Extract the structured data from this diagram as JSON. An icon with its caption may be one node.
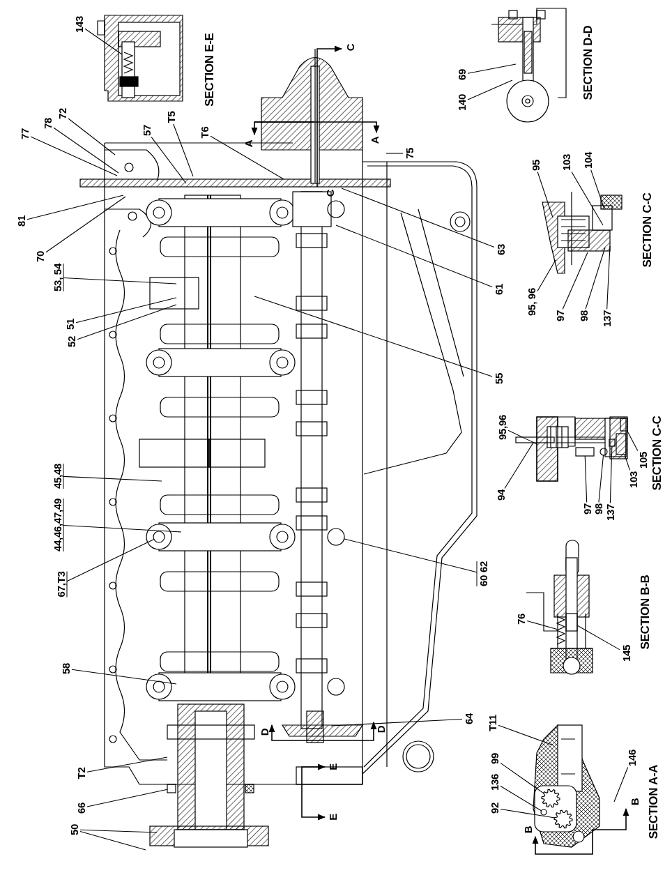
{
  "diagram": {
    "nodes": [
      {
        "text": [
          "143"
        ]
      },
      {
        "text": [
          "72"
        ]
      },
      {
        "text": [
          "78"
        ]
      },
      {
        "text": [
          "77"
        ]
      },
      {
        "text": [
          "T5"
        ]
      },
      {
        "text": [
          "57"
        ]
      },
      {
        "text": [
          "T6"
        ]
      },
      {
        "text": [
          "75"
        ]
      },
      {
        "text": [
          "69"
        ]
      },
      {
        "text": [
          "140"
        ]
      },
      {
        "text": [
          "81"
        ]
      },
      {
        "text": [
          "70"
        ]
      },
      {
        "text": [
          "63"
        ]
      },
      {
        "text": [
          "95"
        ]
      },
      {
        "text": [
          "103"
        ]
      },
      {
        "text": [
          "104"
        ]
      },
      {
        "text": [
          "61"
        ]
      },
      {
        "text": [
          "53, 54"
        ]
      },
      {
        "text": [
          "51"
        ]
      },
      {
        "text": [
          "52"
        ]
      },
      {
        "text": [
          "95, 96"
        ]
      },
      {
        "text": [
          "97"
        ]
      },
      {
        "text": [
          "98"
        ]
      },
      {
        "text": [
          "137"
        ]
      },
      {
        "text": [
          "55"
        ]
      },
      {
        "text": [
          "95,96"
        ]
      },
      {
        "text": [
          "94"
        ]
      },
      {
        "text": [
          "97"
        ]
      },
      {
        "text": [
          "98"
        ]
      },
      {
        "text": [
          "137"
        ]
      },
      {
        "text": [
          "105"
        ]
      },
      {
        "text": [
          "103"
        ]
      },
      {
        "text": [
          "45,48"
        ]
      },
      {
        "text": [
          "44,46,47,49"
        ]
      },
      {
        "text": [
          "67,T3"
        ]
      },
      {
        "text": [
          "60 62"
        ]
      },
      {
        "text": [
          "76"
        ]
      },
      {
        "text": [
          "145"
        ]
      },
      {
        "text": [
          "58"
        ]
      },
      {
        "text": [
          "64"
        ]
      },
      {
        "text": [
          "T11"
        ]
      },
      {
        "text": [
          "99"
        ]
      },
      {
        "text": [
          "136"
        ]
      },
      {
        "text": [
          "92"
        ]
      },
      {
        "text": [
          "146"
        ]
      },
      {
        "text": [
          "T2"
        ]
      },
      {
        "text": [
          "66"
        ]
      },
      {
        "text": [
          "50"
        ]
      },
      {
        "text": [],
        "shape": "circle"
      },
      {
        "text": [],
        "shape": "circle"
      },
      {
        "text": [],
        "shape": "box"
      },
      {
        "text": [],
        "shape": "bar"
      },
      {
        "text": [],
        "shape": "box"
      },
      {
        "text": [],
        "shape": "circle"
      },
      {
        "text": [],
        "shape": "box"
      },
      {
        "text": [],
        "shape": "box"
      },
      {
        "text": [],
        "shape": "box"
      },
      {
        "text": [],
        "shape": "spring"
      },
      {
        "text": [],
        "shape": "bar"
      },
      {
        "text": [],
        "shape": "gear"
      },
      {
        "text": [],
        "shape": "gear"
      },
      {
        "text": [],
        "shape": "circle"
      },
      {
        "text": [],
        "shape": "box"
      }
    ],
    "edges": [
      {
        "from": 0,
        "to": null,
        "arrow": "none"
      },
      {
        "from": 1,
        "to": null,
        "arrow": "none"
      },
      {
        "from": 2,
        "to": null,
        "arrow": "none"
      },
      {
        "from": 3,
        "to": null,
        "arrow": "none"
      },
      {
        "from": 4,
        "to": null,
        "arrow": "none"
      },
      {
        "from": 5,
        "to": null,
        "arrow": "none"
      },
      {
        "from": 6,
        "to": null,
        "arrow": "none"
      },
      {
        "from": 7,
        "to": null,
        "arrow": "none"
      },
      {
        "from": 8,
        "to": null,
        "arrow": "none"
      },
      {
        "from": 9,
        "to": null,
        "arrow": "none"
      },
      {
        "from": 10,
        "to": null,
        "arrow": "none"
      },
      {
        "from": 11,
        "to": null,
        "arrow": "none"
      },
      {
        "from": 12,
        "to": null,
        "arrow": "none"
      },
      {
        "from": 13,
        "to": null,
        "arrow": "none"
      },
      {
        "from": 14,
        "to": null,
        "arrow": "none"
      },
      {
        "from": 15,
        "to": null,
        "arrow": "none"
      },
      {
        "from": 16,
        "to": null,
        "arrow": "none"
      },
      {
        "from": 17,
        "to": null,
        "arrow": "none"
      },
      {
        "from": 18,
        "to": null,
        "arrow": "none"
      },
      {
        "from": 19,
        "to": null,
        "arrow": "none"
      },
      {
        "from": 20,
        "to": null,
        "arrow": "none"
      },
      {
        "from": 21,
        "to": null,
        "arrow": "none"
      },
      {
        "from": 22,
        "to": null,
        "arrow": "none"
      },
      {
        "from": 23,
        "to": null,
        "arrow": "none"
      },
      {
        "from": 24,
        "to": null,
        "arrow": "none"
      },
      {
        "from": 25,
        "to": 50,
        "arrow": "none"
      },
      {
        "from": 26,
        "to": 51,
        "arrow": "none"
      },
      {
        "from": 27,
        "to": 52,
        "arrow": "none"
      },
      {
        "from": 28,
        "to": 53,
        "arrow": "none"
      },
      {
        "from": 29,
        "to": 54,
        "arrow": "none"
      },
      {
        "from": 30,
        "to": 55,
        "arrow": "none"
      },
      {
        "from": 31,
        "to": 56,
        "arrow": "none"
      },
      {
        "from": 32,
        "to": null,
        "arrow": "none"
      },
      {
        "from": 33,
        "to": null,
        "arrow": "none"
      },
      {
        "from": 34,
        "to": 48,
        "arrow": "none"
      },
      {
        "from": 35,
        "to": 49,
        "arrow": "none"
      },
      {
        "from": 36,
        "to": 57,
        "arrow": "none"
      },
      {
        "from": 37,
        "to": 58,
        "arrow": "none"
      },
      {
        "from": 38,
        "to": null,
        "arrow": "none"
      },
      {
        "from": 39,
        "to": null,
        "arrow": "none"
      },
      {
        "from": 40,
        "to": null,
        "arrow": "none"
      },
      {
        "from": 41,
        "to": 59,
        "arrow": "none"
      },
      {
        "from": 42,
        "to": 61,
        "arrow": "none"
      },
      {
        "from": 43,
        "to": 60,
        "arrow": "none"
      },
      {
        "from": 44,
        "to": null,
        "arrow": "none"
      },
      {
        "from": 45,
        "to": null,
        "arrow": "none"
      },
      {
        "from": 46,
        "to": 62,
        "arrow": "none"
      },
      {
        "from": 47,
        "to": null,
        "arrow": "none"
      },
      {
        "from": 47,
        "to": null,
        "arrow": "none"
      }
    ],
    "labels": [
      "SECTION E-E",
      "C",
      "A",
      "A",
      "C",
      "SECTION D-D",
      "SECTION C-C",
      "SECTION C-C",
      "SECTION B-B",
      "D",
      "D",
      "E",
      "E",
      "B",
      "B",
      "SECTION A-A"
    ]
  }
}
